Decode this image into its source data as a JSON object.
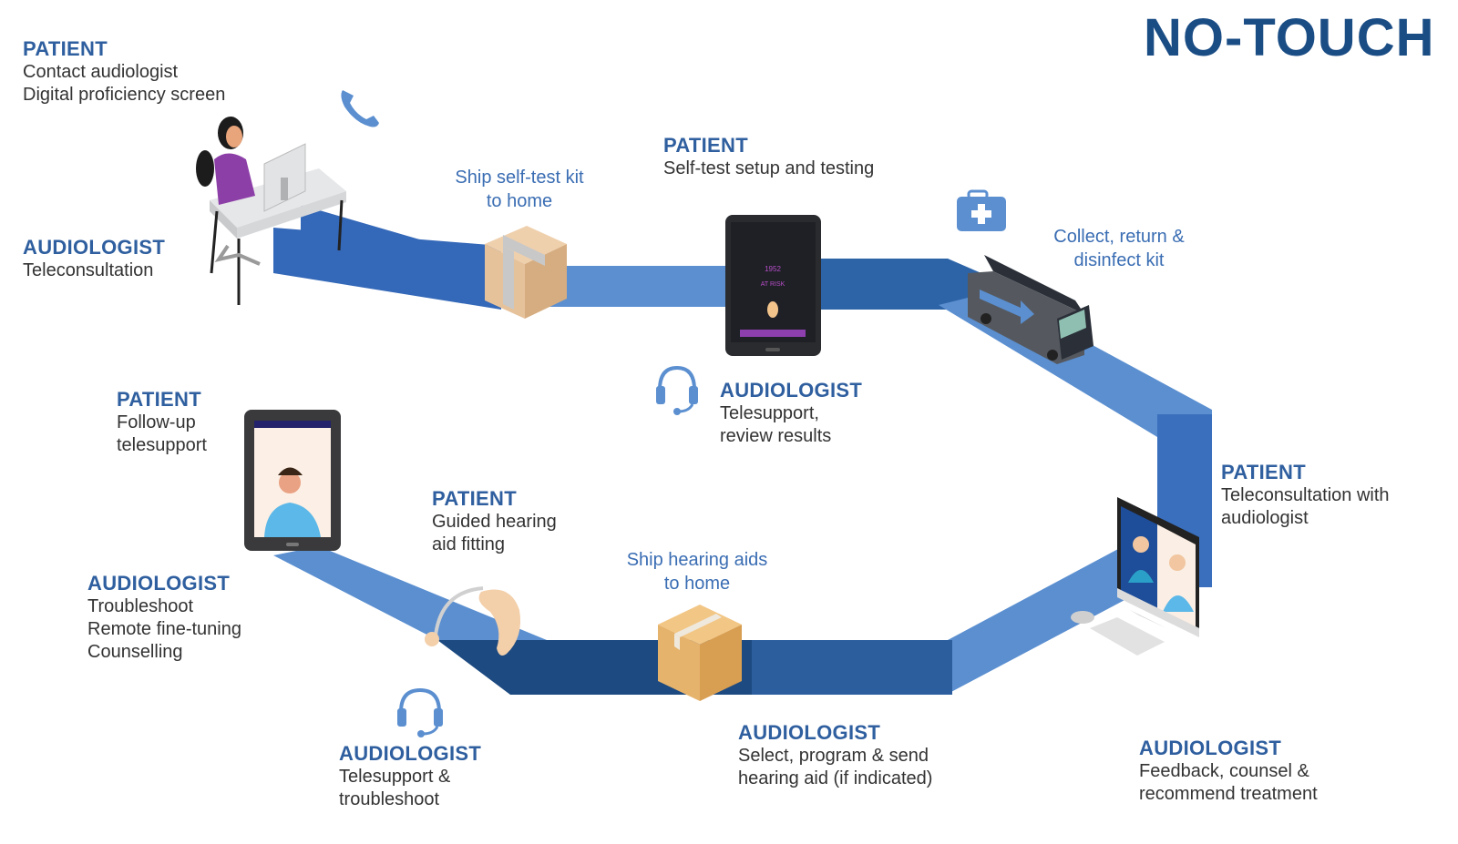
{
  "title": "NO-TOUCH",
  "colors": {
    "path_dark": "#1d4a80",
    "path_mid": "#2d64a8",
    "path_light": "#5b8fd0",
    "role_text": "#2f5f9f",
    "desc_text": "#333333",
    "title_text": "#1b4d85",
    "icon_blue": "#5b8fd0"
  },
  "steps": [
    {
      "role": "PATIENT",
      "lines": [
        "Contact audiologist",
        "Digital proficiency screen"
      ]
    },
    {
      "role": "AUDIOLOGIST",
      "lines": [
        "Teleconsultation"
      ]
    },
    {
      "ship": [
        "Ship self-test kit",
        "to home"
      ]
    },
    {
      "role": "PATIENT",
      "lines": [
        "Self-test setup and testing"
      ]
    },
    {
      "role": "AUDIOLOGIST",
      "lines": [
        "Telesupport,",
        "review results"
      ]
    },
    {
      "ship": [
        "Collect, return &",
        "disinfect kit"
      ]
    },
    {
      "role": "PATIENT",
      "lines": [
        "Teleconsultation with",
        "audiologist"
      ]
    },
    {
      "role": "AUDIOLOGIST",
      "lines": [
        "Feedback, counsel &",
        "recommend treatment"
      ]
    },
    {
      "role": "AUDIOLOGIST",
      "lines": [
        "Select, program & send",
        "hearing aid (if indicated)"
      ]
    },
    {
      "ship": [
        "Ship hearing aids",
        "to home"
      ]
    },
    {
      "role": "PATIENT",
      "lines": [
        "Guided hearing",
        "aid fitting"
      ]
    },
    {
      "role": "AUDIOLOGIST",
      "lines": [
        "Telesupport &",
        "troubleshoot"
      ]
    },
    {
      "role": "PATIENT",
      "lines": [
        "Follow-up",
        "telesupport"
      ]
    },
    {
      "role": "AUDIOLOGIST",
      "lines": [
        "Troubleshoot",
        "Remote fine-tuning",
        "Counselling"
      ]
    }
  ],
  "icons": [
    "phone-icon",
    "medical-kit-icon",
    "headset-icon",
    "headset-icon"
  ],
  "tablet_screen": {
    "value": "1952",
    "result": "AT RISK"
  }
}
